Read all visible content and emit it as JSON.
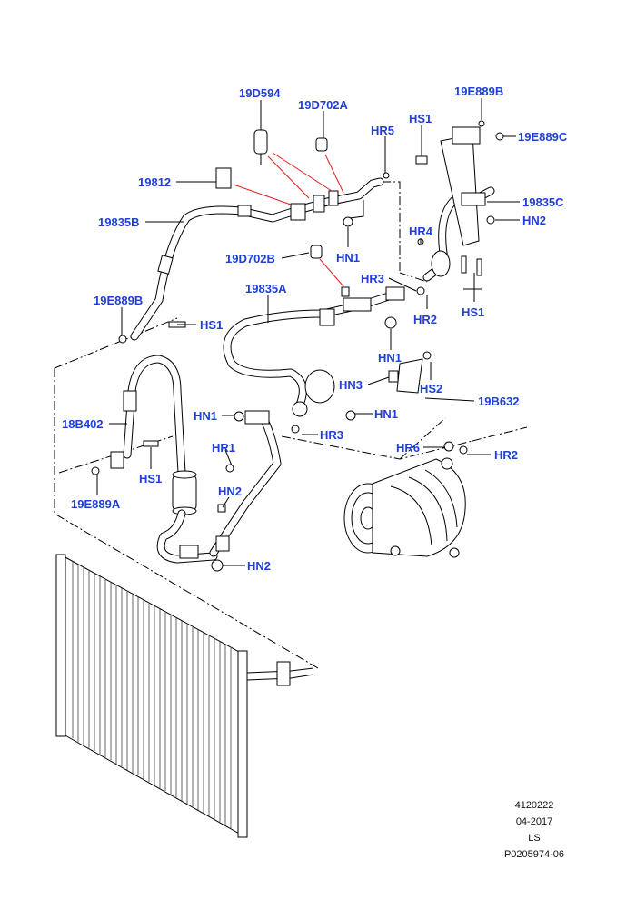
{
  "labels": {
    "l_19D594": "19D594",
    "l_19D702A": "19D702A",
    "l_19E889B_top": "19E889B",
    "l_HS1_top": "HS1",
    "l_HR5": "HR5",
    "l_19E889C": "19E889C",
    "l_19812": "19812",
    "l_19835C": "19835C",
    "l_19835B": "19835B",
    "l_HN2_a": "HN2",
    "l_HR4": "HR4",
    "l_HN1_a": "HN1",
    "l_19D702B": "19D702B",
    "l_HR3_a": "HR3",
    "l_19835A": "19835A",
    "l_HR2_a": "HR2",
    "l_HS1_b": "HS1",
    "l_19E889B_left": "19E889B",
    "l_HS1_c": "HS1",
    "l_HN1_b": "HN1",
    "l_HN3": "HN3",
    "l_HS2": "HS2",
    "l_19B632": "19B632",
    "l_18B402": "18B402",
    "l_HN1_c": "HN1",
    "l_HN1_d": "HN1",
    "l_HR3_b": "HR3",
    "l_HR1": "HR1",
    "l_HR6": "HR6",
    "l_HR2_b": "HR2",
    "l_HS1_d": "HS1",
    "l_HN2_b": "HN2",
    "l_19E889A": "19E889A",
    "l_HN2_c": "HN2"
  },
  "footer": {
    "line1": "4120222",
    "line2": "04-2017",
    "line3": "LS",
    "line4": "P0205974-06"
  },
  "colors": {
    "label": "#1f3fd6",
    "leader": "#000000",
    "highlight_leader": "#e02020"
  },
  "icons": {
    "condenser": "condenser-icon",
    "compressor": "compressor-icon",
    "receiver_drier": "receiver-drier-icon"
  }
}
